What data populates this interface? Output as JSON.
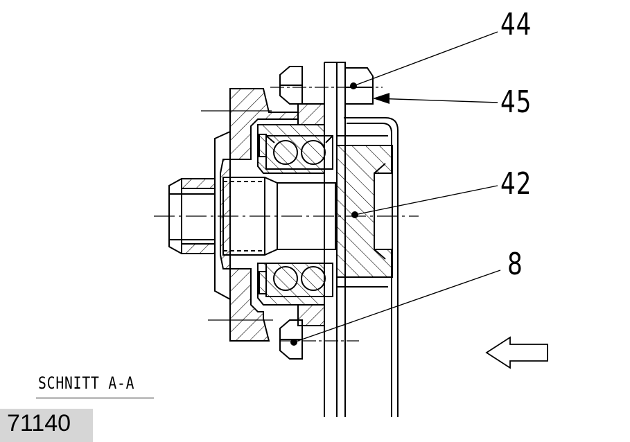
{
  "section_label": "SCHNITT A-A",
  "reference_number": "71140",
  "callouts": [
    {
      "id": "44",
      "label": "44"
    },
    {
      "id": "45",
      "label": "45"
    },
    {
      "id": "42",
      "label": "42"
    },
    {
      "id": "8",
      "label": "8"
    }
  ],
  "colors": {
    "line": "#000000",
    "background": "#ffffff",
    "ref_box": "#d6d6d6"
  }
}
